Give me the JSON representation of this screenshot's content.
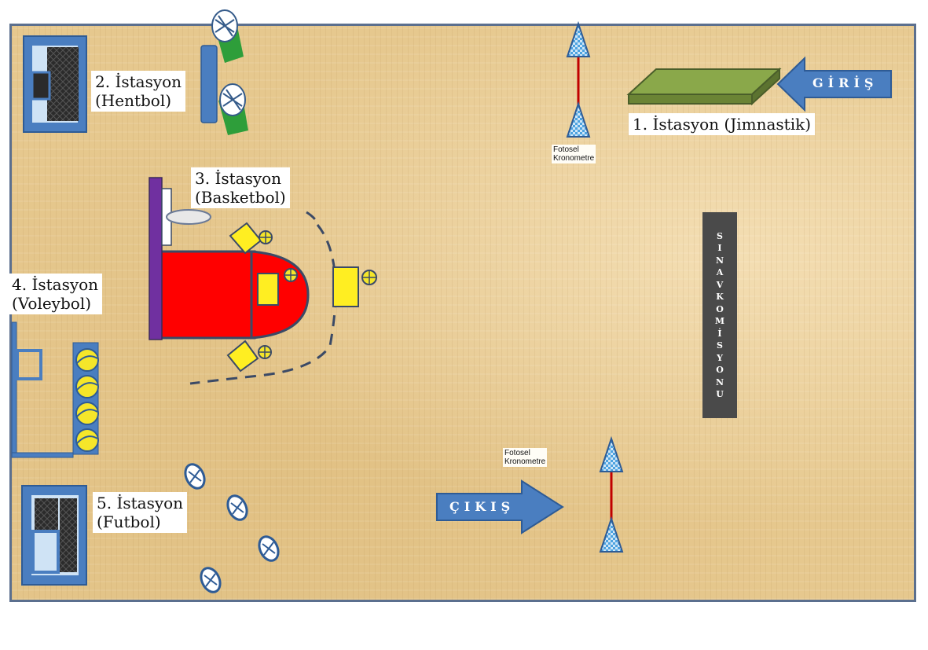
{
  "stations": {
    "s1": "1. İstasyon (Jimnastik)",
    "s2": "2. İstasyon\n(Hentbol)",
    "s3": "3. İstasyon\n(Basketbol)",
    "s4": "4. İstasyon\n(Voleybol)",
    "s5": "5. İstasyon\n(Futbol)"
  },
  "timers": {
    "top": "Fotosel\nKronometre",
    "bottom": "Fotosel\nKronometre"
  },
  "arrows": {
    "entry": "GİRİŞ",
    "exit": "ÇIKIŞ"
  },
  "committee": [
    "S",
    "I",
    "N",
    "A",
    "V",
    "K",
    "O",
    "M",
    "İ",
    "S",
    "Y",
    "O",
    "N",
    "U"
  ],
  "colors": {
    "floor": "#e6c88e",
    "arrow": "#4a7ec0",
    "key": "#ff0000",
    "board": "#7030a0",
    "mat": "#77933c",
    "ball_green": "#2e9e3a",
    "ball_yellow": "#f5e62a",
    "cone": "#4da3e0"
  },
  "icons": [
    "goal-icon",
    "cone-icon",
    "ball-icon",
    "arrow-icon",
    "mat-icon",
    "hoop-icon"
  ]
}
